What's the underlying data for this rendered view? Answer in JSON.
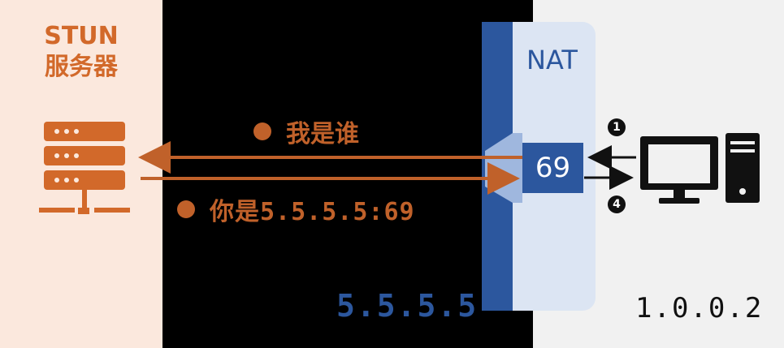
{
  "stun": {
    "title_line1": "STUN",
    "title_line2": "服务器"
  },
  "nat": {
    "label": "NAT",
    "port": "69"
  },
  "messages": {
    "request": "我是谁",
    "response": "你是5.5.5.5:69"
  },
  "addresses": {
    "public_ip": "5.5.5.5",
    "private_ip": "1.0.0.2"
  },
  "steps": {
    "first": "1",
    "fourth": "4"
  },
  "colors": {
    "stun_orange": "#d2692a",
    "arrow_orange": "#c0612a",
    "nat_blue": "#2c579e",
    "nat_light": "#dce5f3",
    "stun_bg": "#fbe8dd",
    "client_bg": "#f1f1f1"
  }
}
